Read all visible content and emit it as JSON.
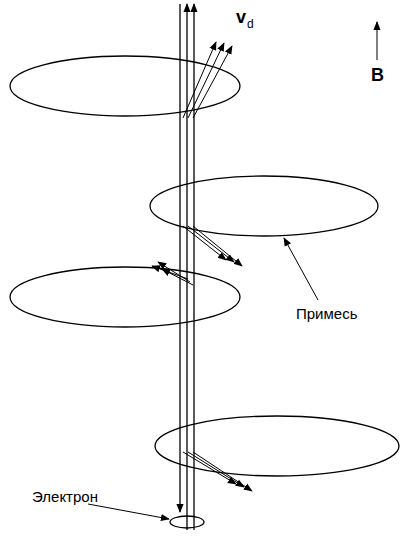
{
  "diagram": {
    "labels": [
      "v",
      "d",
      "B",
      "Примесь",
      "Электрон"
    ]
  }
}
